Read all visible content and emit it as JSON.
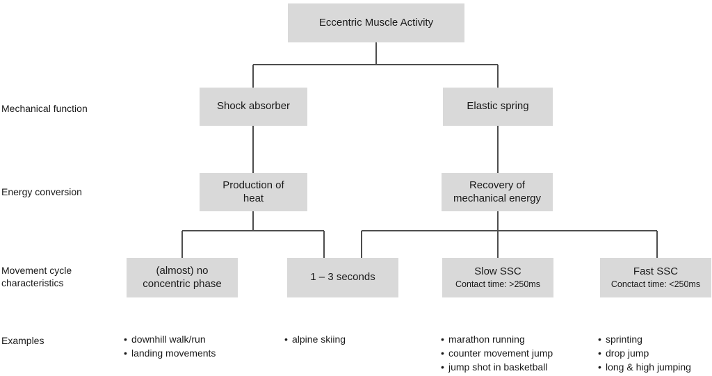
{
  "diagram": {
    "title_node": {
      "label": "Eccentric Muscle Activity"
    },
    "row_labels": [
      {
        "id": "mechanical-function",
        "text": "Mechanical function"
      },
      {
        "id": "energy-conversion",
        "text": "Energy conversion"
      },
      {
        "id": "movement-cycle-characteristics",
        "text": "Movement cycle\ncharacteristics"
      },
      {
        "id": "examples",
        "text": "Examples"
      }
    ],
    "mechanical_function": [
      {
        "id": "shock-absorber",
        "label": "Shock absorber"
      },
      {
        "id": "elastic-spring",
        "label": "Elastic spring"
      }
    ],
    "energy_conversion": [
      {
        "id": "production-of-heat",
        "label": "Production of\nheat"
      },
      {
        "id": "recovery-of-mechanical-energy",
        "label": "Recovery of\nmechanical energy"
      }
    ],
    "movement_cycle": [
      {
        "id": "almost-no-concentric-phase",
        "label": "(almost) no\nconcentric phase",
        "sub": ""
      },
      {
        "id": "one-to-three-seconds",
        "label": "1 – 3 seconds",
        "sub": ""
      },
      {
        "id": "slow-ssc",
        "label": "Slow SSC",
        "sub": "Contact time: >250ms"
      },
      {
        "id": "fast-ssc",
        "label": "Fast SSC",
        "sub": "Conctact time: <250ms"
      }
    ],
    "examples_groups": [
      {
        "id": "examples-shock-absorber",
        "items": [
          "downhill walk/run",
          "landing movements"
        ]
      },
      {
        "id": "examples-alpine",
        "items": [
          "alpine skiing"
        ]
      },
      {
        "id": "examples-slow-ssc",
        "items": [
          "marathon running",
          "counter movement jump",
          "jump shot in basketball"
        ]
      },
      {
        "id": "examples-fast-ssc",
        "items": [
          "sprinting",
          "drop jump",
          "long & high jumping"
        ]
      }
    ],
    "colors": {
      "node_fill": "#d9d9d9",
      "connector": "#4d4d4d",
      "text": "#1a1a1a",
      "background": "#ffffff"
    }
  }
}
